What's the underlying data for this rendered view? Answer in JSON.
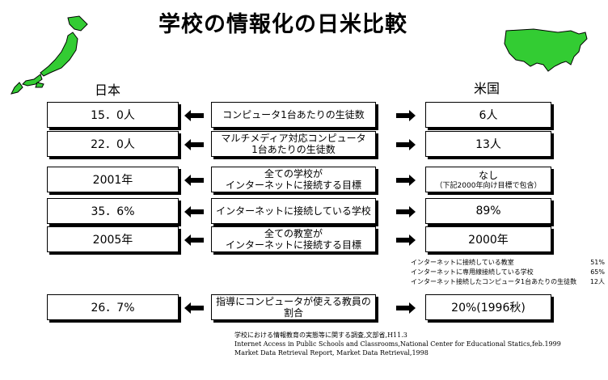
{
  "title": "学校の情報化の日米比較",
  "headers": {
    "japan": "日本",
    "usa": "米国"
  },
  "rows": [
    {
      "japan": "15．0人",
      "label_lines": [
        "コンピュータ1台あたりの生徒数"
      ],
      "usa": "6人",
      "usa_note": ""
    },
    {
      "japan": "22．0人",
      "label_lines": [
        "マルチメディア対応コンピュータ",
        "1台あたりの生徒数"
      ],
      "usa": "13人",
      "usa_note": ""
    },
    {
      "japan": "2001年",
      "label_lines": [
        "全ての学校が",
        "インターネットに接続する目標"
      ],
      "usa": "なし",
      "usa_note": "（下記2000年向け目標で包含）"
    },
    {
      "japan": "35．6%",
      "label_lines": [
        "インターネットに接続している学校"
      ],
      "usa": "89%",
      "usa_note": ""
    },
    {
      "japan": "2005年",
      "label_lines": [
        "全ての教室が",
        "インターネットに接続する目標"
      ],
      "usa": "2000年",
      "usa_note": ""
    },
    {
      "japan": "26．7%",
      "label_lines": [
        "指導にコンピュータが使える教員の",
        "割合"
      ],
      "usa": "20%(1996秋)",
      "usa_note": ""
    }
  ],
  "us_stats": [
    {
      "label": "インターネットに接続している教室",
      "value": "51%"
    },
    {
      "label": "インターネットに専用線接続している学校",
      "value": "65%"
    },
    {
      "label": "インターネット接続したコンピュータ1台あたりの生徒数",
      "value": "12人"
    }
  ],
  "sources": [
    "学校における情報教育の実態等に関する調査,文部省,H11.3",
    "Internet Access in Public Schools and Classrooms,National Center for Educational Statics,feb.1999",
    "Market Data Retrieval Report, Market Data Retrieval,1998"
  ],
  "icons": {
    "japan_map": "japan-map-icon",
    "usa_map": "usa-map-icon",
    "arrow": "arrow-left-icon",
    "arrow_r": "arrow-right-icon"
  },
  "colors": {
    "map_green": "#33cc33",
    "border": "#000000"
  }
}
